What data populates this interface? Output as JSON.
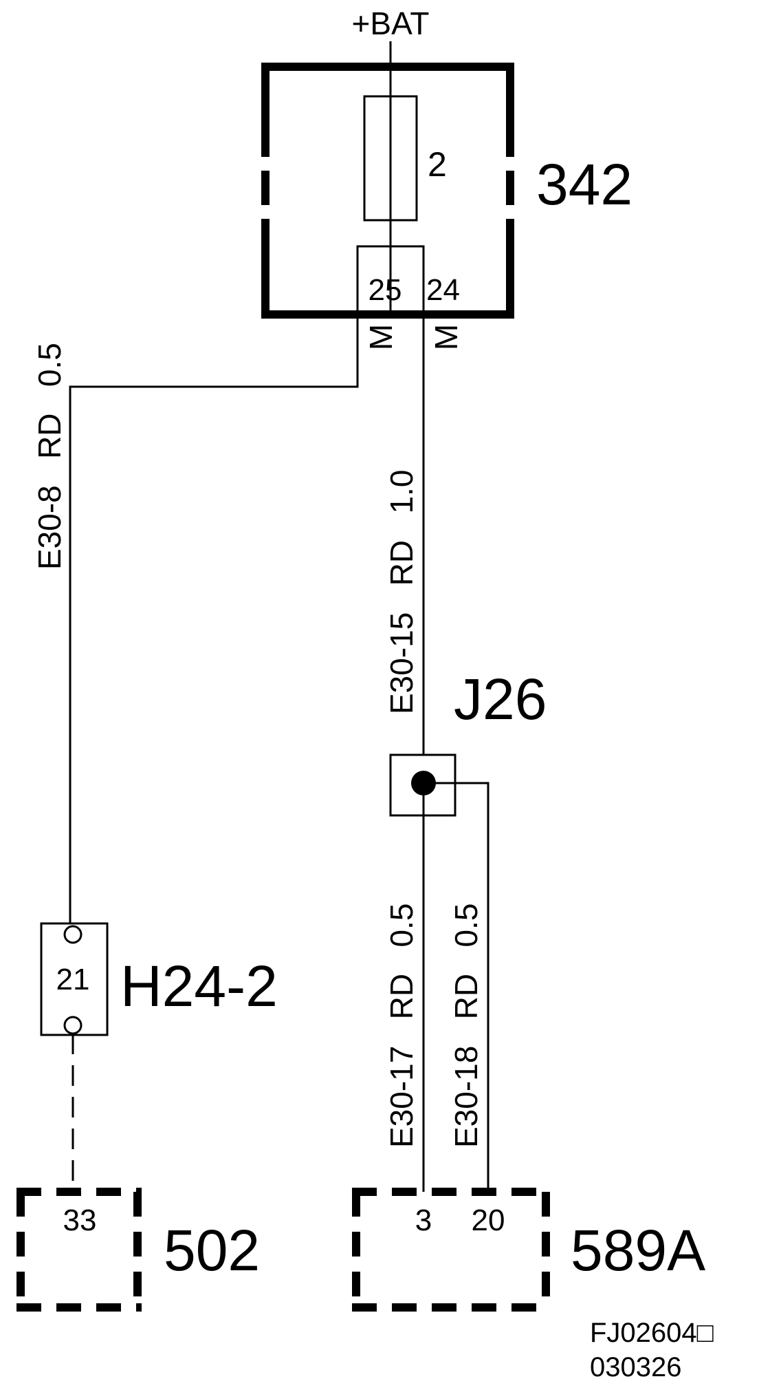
{
  "power": {
    "label": "+BAT"
  },
  "fuse_box": {
    "id": "342",
    "fuse_number": "2",
    "pins": [
      "25",
      "24"
    ],
    "pin_letters": [
      "M",
      "M"
    ]
  },
  "wires": [
    {
      "id": "wire-e30-8",
      "text": "E30-8   RD   0.5"
    },
    {
      "id": "wire-e30-15",
      "text": "E30-15   RD   1.0"
    },
    {
      "id": "wire-e30-17",
      "text": "E30-17   RD   0.5"
    },
    {
      "id": "wire-e30-18",
      "text": "E30-18   RD   0.5"
    }
  ],
  "splice": {
    "id": "J26"
  },
  "connector_h24": {
    "id": "H24-2",
    "pin": "21"
  },
  "component_502": {
    "id": "502",
    "pin": "33"
  },
  "component_589a": {
    "id": "589A",
    "pins": [
      "3",
      "20"
    ]
  },
  "footer": {
    "code": "FJ02604□",
    "date": "030326"
  }
}
